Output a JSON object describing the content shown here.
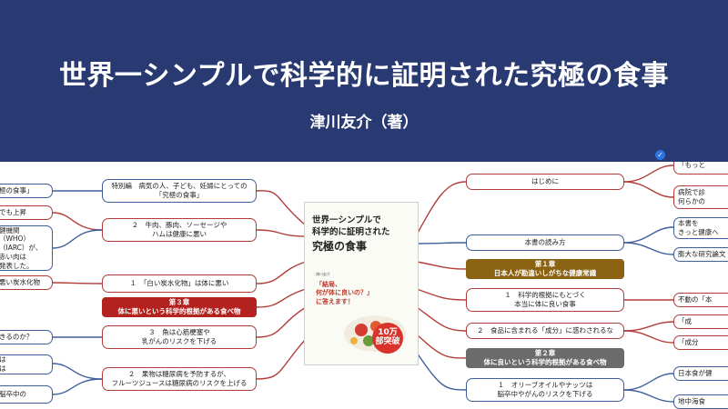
{
  "header": {
    "title": "世界一シンプルで科学的に証明された究極の食事",
    "author": "津川友介（著）"
  },
  "colors": {
    "banner": "#293a73",
    "branch_red": "#b13e3a",
    "branch_blue": "#3f5e9c",
    "chapter_brown": "#8a6212",
    "chapter_red": "#b3221e",
    "chapter_grey": "#6b6b6b"
  },
  "book": {
    "title_lines": "世界一シンプルで\n科学的に証明された",
    "title_big": "究極の食事",
    "author_line": "津川友介",
    "quote": "「結局、\n何が体に良いの？」\nに答えます！",
    "badge": "10万\n部突破",
    "icon": "food-photo"
  },
  "mindmap": {
    "left_edge": [
      {
        "text": "極の食事」"
      },
      {
        "text": "でも上昇"
      },
      {
        "text": "健機関（WHO）\n（IARC）が、\n赤い肉は\n発表した。"
      },
      {
        "text": "悪い炭水化物"
      },
      {
        "text": "きるのか？"
      },
      {
        "text": "は\nは"
      },
      {
        "text": "脳卒中の"
      }
    ],
    "left_mid": [
      {
        "text": "特別編　病気の人、子ども、妊婦にとっての\n「究極の食事」"
      },
      {
        "text": "２　牛肉、豚肉、ソーセージや\nハムは健康に悪い"
      },
      {
        "text": "１　「白い炭水化物」は体に悪い"
      },
      {
        "text": "第３章\n体に悪いという科学的根拠がある食べ物"
      },
      {
        "text": "３　魚は心筋梗塞や\n乳がんのリスクを下げる"
      },
      {
        "text": "２　果物は糖尿病を予防するが、\nフルーツジュースは糖尿病のリスクを上げる"
      }
    ],
    "right_mid": [
      {
        "text": "はじめに"
      },
      {
        "text": "本書の読み方"
      },
      {
        "text": "第１章\n日本人が勘違いしがちな健康常識"
      },
      {
        "text": "１　科学的根拠にもとづく\n本当に体に良い食事"
      },
      {
        "text": "２　食品に含まれる「成分」に惑わされるな"
      },
      {
        "text": "第２章\n体に良いという科学的根拠がある食べ物"
      },
      {
        "text": "１　オリーブオイルやナッツは\n脳卒中やがんのリスクを下げる"
      }
    ],
    "right_edge": [
      {
        "text": "「もっと"
      },
      {
        "text": "病院で診\n何らかの"
      },
      {
        "text": "本書を\nきっと健康へ"
      },
      {
        "text": "膨大な研究論文"
      },
      {
        "text": "不動の「本"
      },
      {
        "text": "「成"
      },
      {
        "text": "「成分"
      },
      {
        "text": "日本食が健"
      },
      {
        "text": "地中海食"
      }
    ]
  }
}
